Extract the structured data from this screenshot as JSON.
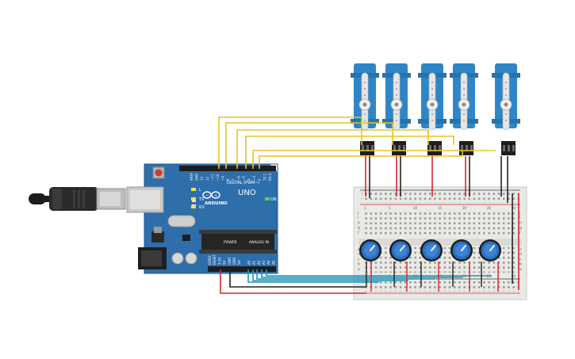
{
  "arduino": {
    "brand": "ARDUINO",
    "model": "UNO",
    "digital_label": "DIGITAL (PWM~)",
    "power_label": "POWER",
    "analog_label": "ANALOG IN",
    "on_label": "ON",
    "l_label": "L",
    "tx_label": "TX",
    "rx_label": "RX",
    "digital_pins": [
      "AREF",
      "GND",
      "13",
      "12",
      "~11",
      "~10",
      "~9",
      "8",
      "7",
      "~6",
      "~5",
      "4",
      "~3",
      "2",
      "TX 1",
      "RX 0"
    ],
    "power_pins": [
      "IOREF",
      "RESET",
      "3.3V",
      "5V",
      "GND",
      "GND",
      "Vin"
    ],
    "analog_pins": [
      "A0",
      "A1",
      "A2",
      "A3",
      "A4",
      "A5"
    ]
  },
  "breadboard": {
    "row_letters_top": [
      "j",
      "i",
      "h",
      "g",
      "f"
    ],
    "row_letters_bottom": [
      "e",
      "d",
      "c",
      "b",
      "a"
    ],
    "column_numbers": [
      "1",
      "5",
      "10",
      "15",
      "20",
      "25",
      "30"
    ]
  },
  "servos": [
    "servo-1",
    "servo-2",
    "servo-3",
    "servo-4",
    "servo-5"
  ],
  "potentiometers": [
    "pot-1",
    "pot-2",
    "pot-3",
    "pot-4",
    "pot-5"
  ],
  "colors": {
    "board": "#2d6eab",
    "board_dark": "#1f5a91",
    "servo": "#2f86c6",
    "wire_signal": "#e8c32a",
    "wire_power": "#d9232a",
    "wire_ground": "#222222",
    "wire_analog": "#1f96b8",
    "breadboard": "#e9e9e6",
    "pot": "#2b6fc0"
  }
}
